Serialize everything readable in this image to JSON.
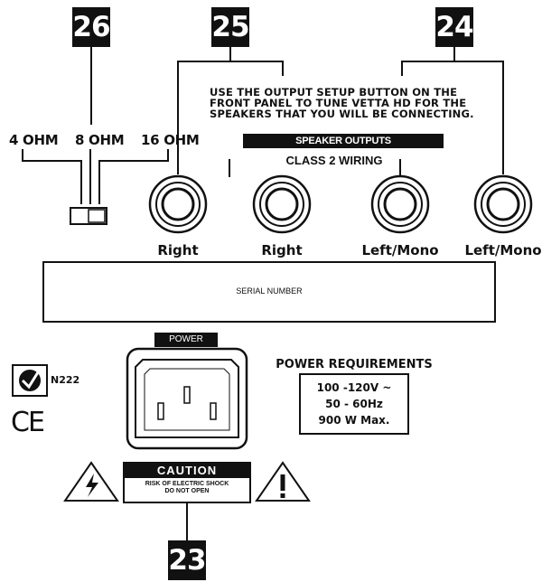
{
  "callouts": {
    "n26": "26",
    "n25": "25",
    "n24": "24",
    "n23": "23"
  },
  "impedance": {
    "ohm4": "4 OHM",
    "ohm8": "8 OHM",
    "ohm16": "16 OHM"
  },
  "instructions": [
    "USE THE OUTPUT SETUP BUTTON ON THE",
    "FRONT PANEL TO TUNE VETTA HD FOR THE",
    "SPEAKERS THAT YOU WILL BE CONNECTING."
  ],
  "speaker_outputs_label": "SPEAKER OUTPUTS",
  "class2_label": "CLASS 2 WIRING",
  "jacks": [
    "Right",
    "Right",
    "Left/Mono",
    "Left/Mono"
  ],
  "serial_label": "SERIAL NUMBER",
  "power_label": "POWER",
  "power_requirements": {
    "title": "POWER REQUIREMENTS",
    "line1": "100 -120V ~",
    "line2": "50 - 60Hz",
    "line3": "900 W Max."
  },
  "certification": {
    "n_code": "N222",
    "ce": "CE"
  },
  "caution": {
    "title": "CAUTION",
    "line1": "RISK OF ELECTRIC SHOCK",
    "line2": "DO NOT OPEN"
  }
}
